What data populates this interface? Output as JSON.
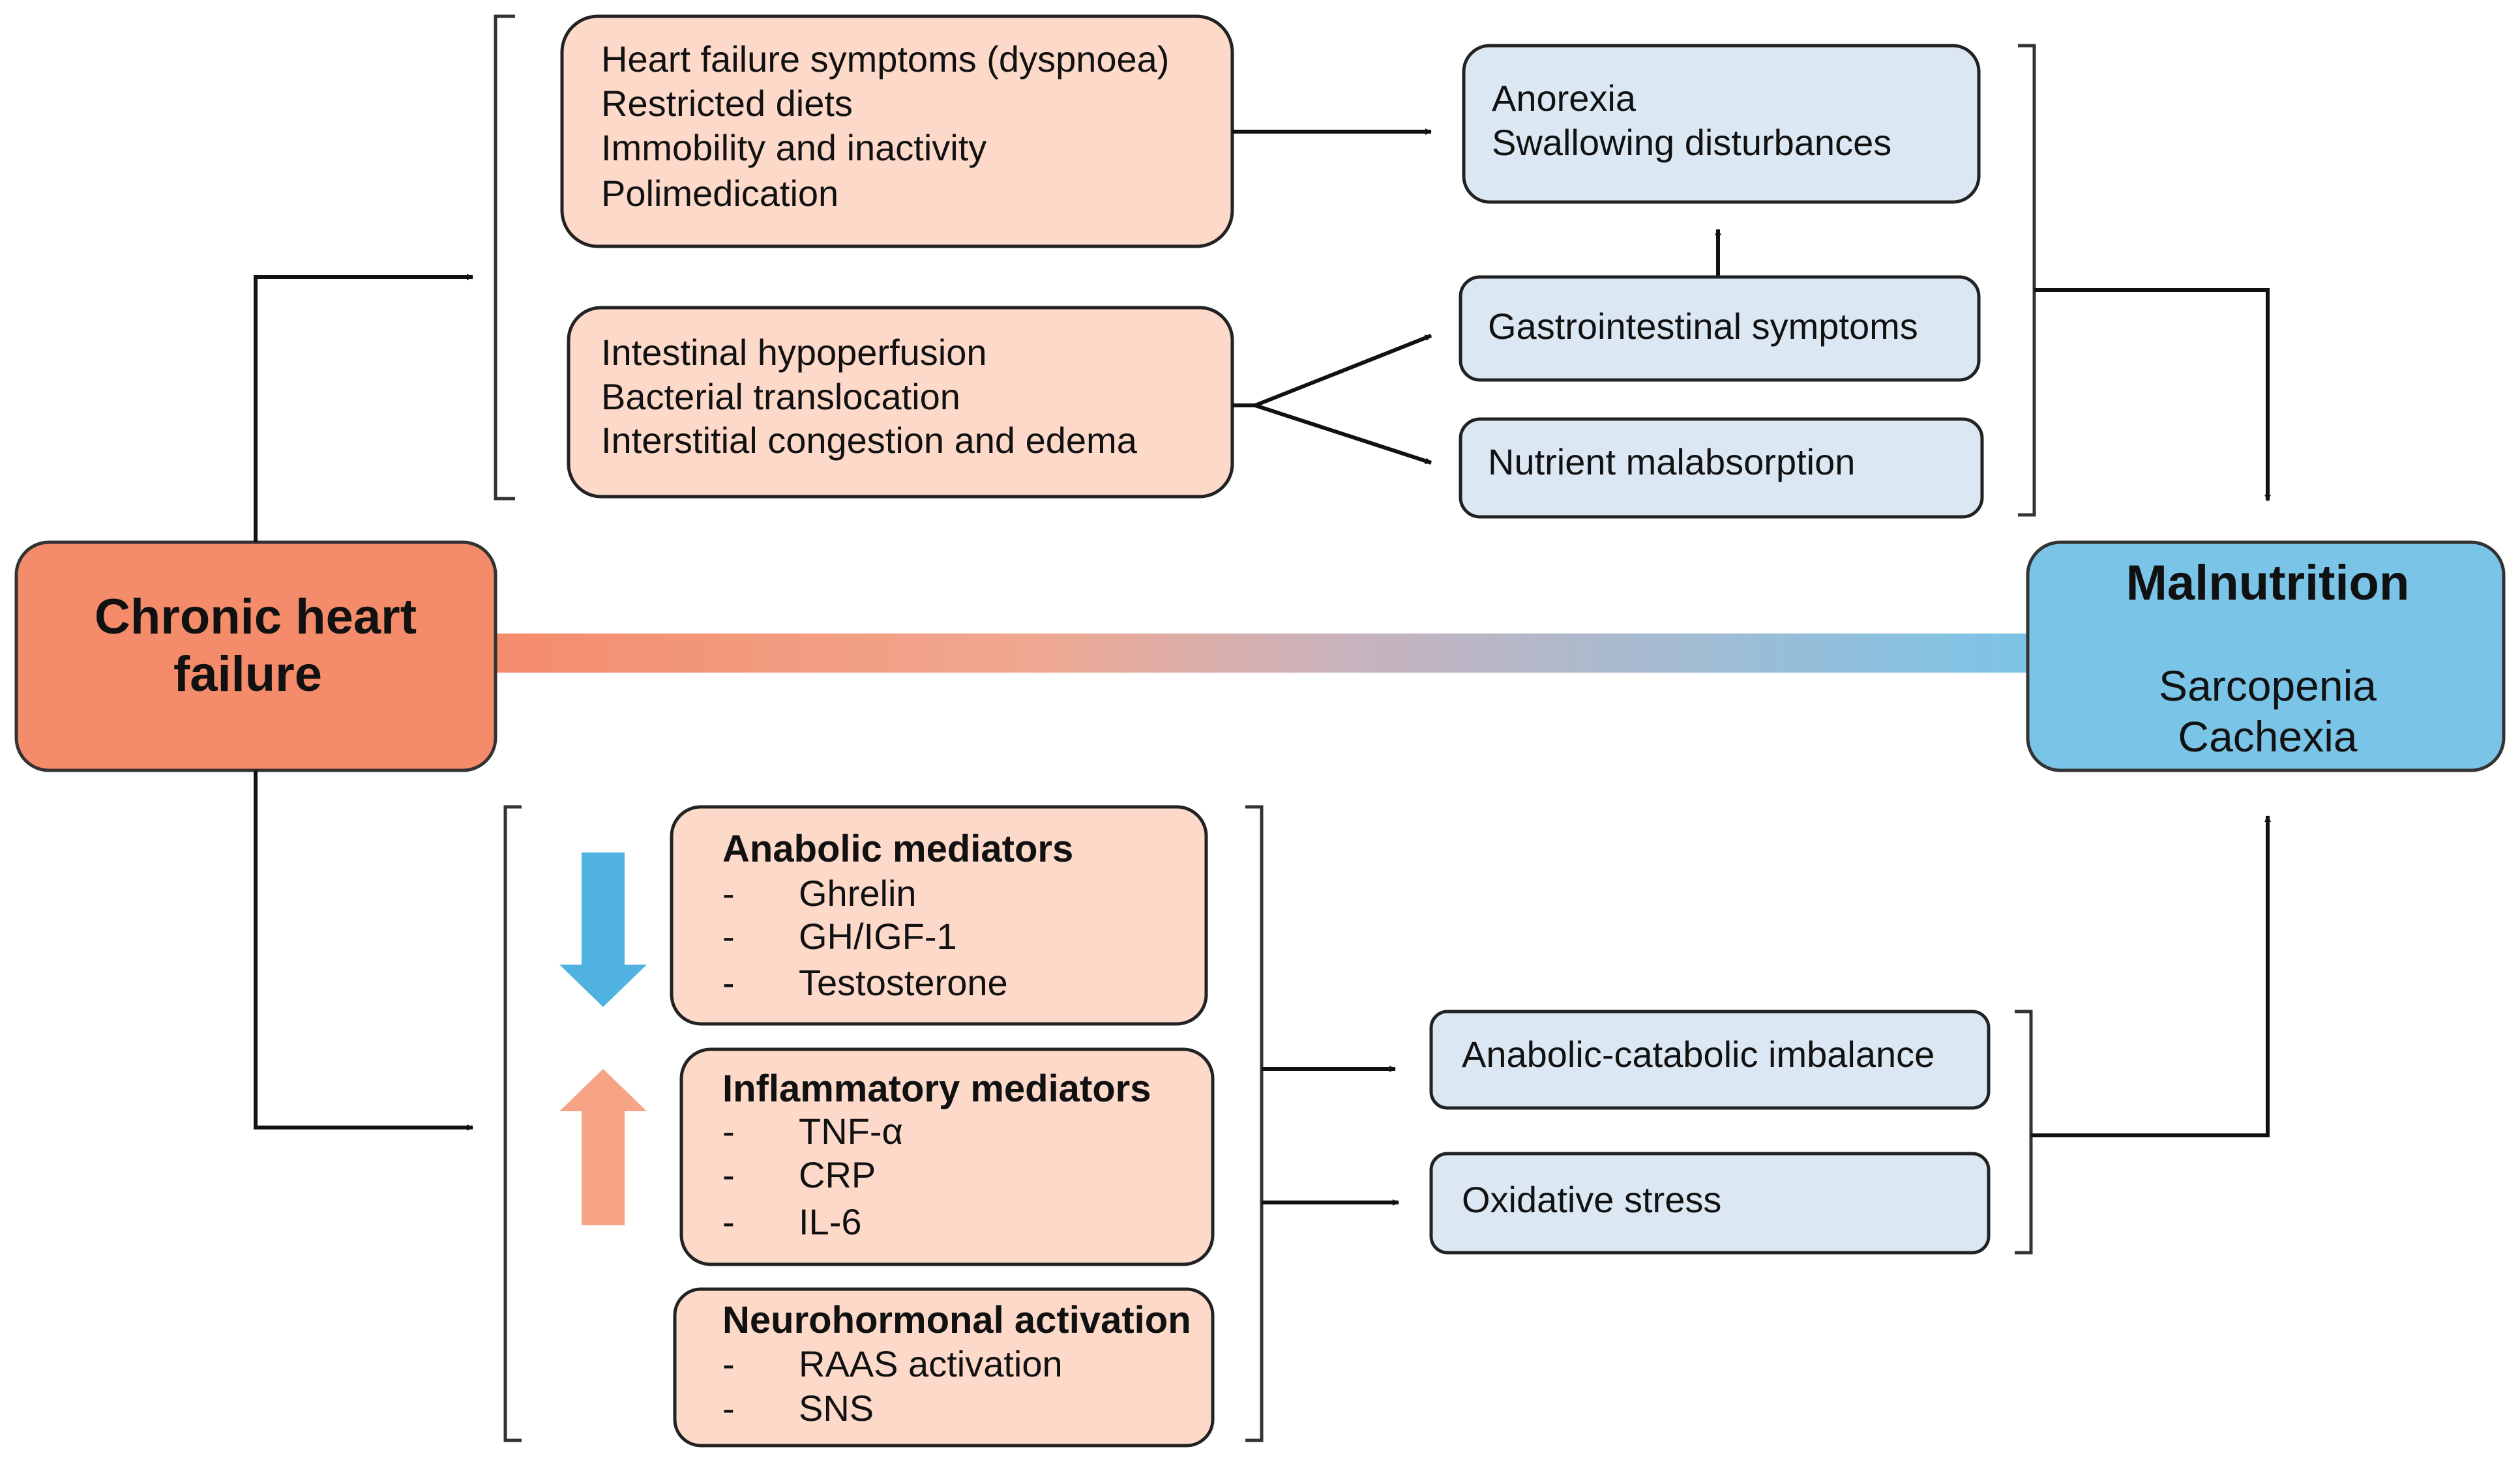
{
  "colors": {
    "salmon": "#f48b6b",
    "pink_box": "#fdd9c9",
    "blue_box": "#dbe8f4",
    "sky": "#7ac4e8",
    "down_arrow": "#4fb2e0",
    "up_arrow": "#f7a486"
  },
  "left_node": {
    "line1": "Chronic heart",
    "line2": "failure"
  },
  "right_node": {
    "title": "Malnutrition",
    "line1": "Sarcopenia",
    "line2": "Cachexia"
  },
  "top": {
    "box1": [
      "Heart failure symptoms (dyspnoea)",
      "Restricted diets",
      "Immobility and inactivity",
      "Polimedication"
    ],
    "box2": [
      "Intestinal hypoperfusion",
      "Bacterial translocation",
      "Interstitial congestion and edema"
    ],
    "results": {
      "anorexia": [
        "Anorexia",
        "Swallowing disturbances"
      ],
      "gastro": "Gastrointestinal symptoms",
      "nutrient": "Nutrient malabsorption"
    }
  },
  "bottom": {
    "anabolic": {
      "title": "Anabolic mediators",
      "items": [
        "Ghrelin",
        "GH/IGF-1",
        "Testosterone"
      ]
    },
    "inflammatory": {
      "title": "Inflammatory mediators",
      "items": [
        "TNF-α",
        "CRP",
        "IL-6"
      ]
    },
    "neuro": {
      "title": "Neurohormonal activation",
      "items": [
        "RAAS activation",
        "SNS"
      ]
    },
    "bullet": "-",
    "results": {
      "imbalance": "Anabolic-catabolic imbalance",
      "oxidative": "Oxidative stress"
    }
  }
}
